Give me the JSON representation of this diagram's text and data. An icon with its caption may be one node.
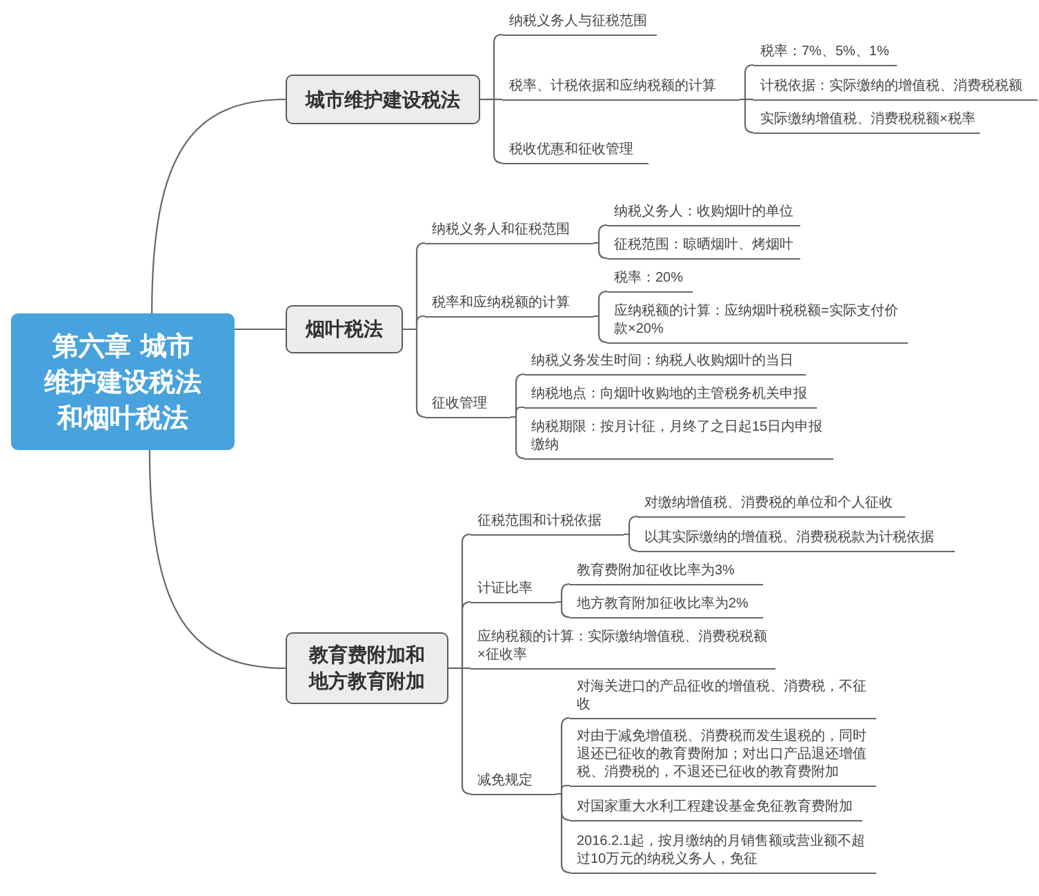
{
  "diagram": {
    "nodes": [
      {
        "text": [
          "第六章 城市维护建设税法和烟叶税法"
        ]
      },
      {
        "text": [
          "城市维护建设税法"
        ]
      },
      {
        "text": [
          "纳税义务人与征税范围"
        ]
      },
      {
        "text": [
          "税率、计税依据和应纳税额的计算"
        ]
      },
      {
        "text": [
          "税率：7%、5%、1%"
        ]
      },
      {
        "text": [
          "计税依据：实际缴纳的增值税、消费税税额"
        ]
      },
      {
        "text": [
          "实际缴纳增值税、消费税税额×税率"
        ]
      },
      {
        "text": [
          "税收优惠和征收管理"
        ]
      },
      {
        "text": [
          "烟叶税法"
        ]
      },
      {
        "text": [
          "纳税义务人和征税范围"
        ]
      },
      {
        "text": [
          "纳税义务人：收购烟叶的单位"
        ]
      },
      {
        "text": [
          "征税范围：晾晒烟叶、烤烟叶"
        ]
      },
      {
        "text": [
          "税率和应纳税额的计算"
        ]
      },
      {
        "text": [
          "税率：20%"
        ]
      },
      {
        "text": [
          "应纳税额的计算：应纳烟叶税税额=实际支付价款×20%"
        ]
      },
      {
        "text": [
          "征收管理"
        ]
      },
      {
        "text": [
          "纳税义务发生时间：纳税人收购烟叶的当日"
        ]
      },
      {
        "text": [
          "纳税地点：向烟叶收购地的主管税务机关申报"
        ]
      },
      {
        "text": [
          "纳税期限：按月计征，月终了之日起15日内申报缴纳"
        ]
      },
      {
        "text": [
          "教育费附加和地方教育附加"
        ]
      },
      {
        "text": [
          "征税范围和计税依据"
        ]
      },
      {
        "text": [
          "对缴纳增值税、消费税的单位和个人征收"
        ]
      },
      {
        "text": [
          "以其实际缴纳的增值税、消费税税款为计税依据"
        ]
      },
      {
        "text": [
          "计证比率"
        ]
      },
      {
        "text": [
          "教育费附加征收比率为3%"
        ]
      },
      {
        "text": [
          "地方教育附加征收比率为2%"
        ]
      },
      {
        "text": [
          "应纳税额的计算：实际缴纳增值税、消费税税额×征收率"
        ]
      },
      {
        "text": [
          "减免规定"
        ]
      },
      {
        "text": [
          "对海关进口的产品征收的增值税、消费税，不征收"
        ]
      },
      {
        "text": [
          "对由于减免增值税、消费税而发生退税的，同时退还已征收的教育费附加；对出口产品退还增值税、消费税的，不退还已征收的教育费附加"
        ]
      },
      {
        "text": [
          "对国家重大水利工程建设基金免征教育费附加"
        ]
      },
      {
        "text": [
          "2016.2.1起，按月缴纳的月销售额或营业额不超过10万元的纳税义务人，免征"
        ]
      }
    ],
    "edges": [
      {
        "from": 0,
        "to": 1,
        "arrow": "none"
      },
      {
        "from": 1,
        "to": 2,
        "arrow": "none"
      },
      {
        "from": 1,
        "to": 3,
        "arrow": "none"
      },
      {
        "from": 3,
        "to": 4,
        "arrow": "none"
      },
      {
        "from": 3,
        "to": 5,
        "arrow": "none"
      },
      {
        "from": 3,
        "to": 6,
        "arrow": "none"
      },
      {
        "from": 1,
        "to": 7,
        "arrow": "none"
      },
      {
        "from": 0,
        "to": 8,
        "arrow": "none"
      },
      {
        "from": 8,
        "to": 9,
        "arrow": "none"
      },
      {
        "from": 9,
        "to": 10,
        "arrow": "none"
      },
      {
        "from": 9,
        "to": 11,
        "arrow": "none"
      },
      {
        "from": 8,
        "to": 12,
        "arrow": "none"
      },
      {
        "from": 12,
        "to": 13,
        "arrow": "none"
      },
      {
        "from": 12,
        "to": 14,
        "arrow": "none"
      },
      {
        "from": 8,
        "to": 15,
        "arrow": "none"
      },
      {
        "from": 15,
        "to": 16,
        "arrow": "none"
      },
      {
        "from": 15,
        "to": 17,
        "arrow": "none"
      },
      {
        "from": 15,
        "to": 18,
        "arrow": "none"
      },
      {
        "from": 0,
        "to": 19,
        "arrow": "none"
      },
      {
        "from": 19,
        "to": 20,
        "arrow": "none"
      },
      {
        "from": 20,
        "to": 21,
        "arrow": "none"
      },
      {
        "from": 20,
        "to": 22,
        "arrow": "none"
      },
      {
        "from": 19,
        "to": 23,
        "arrow": "none"
      },
      {
        "from": 23,
        "to": 24,
        "arrow": "none"
      },
      {
        "from": 23,
        "to": 25,
        "arrow": "none"
      },
      {
        "from": 19,
        "to": 26,
        "arrow": "none"
      },
      {
        "from": 19,
        "to": 27,
        "arrow": "none"
      },
      {
        "from": 27,
        "to": 28,
        "arrow": "none"
      },
      {
        "from": 27,
        "to": 29,
        "arrow": "none"
      },
      {
        "from": 27,
        "to": 30,
        "arrow": "none"
      },
      {
        "from": 27,
        "to": 31,
        "arrow": "none"
      }
    ]
  }
}
